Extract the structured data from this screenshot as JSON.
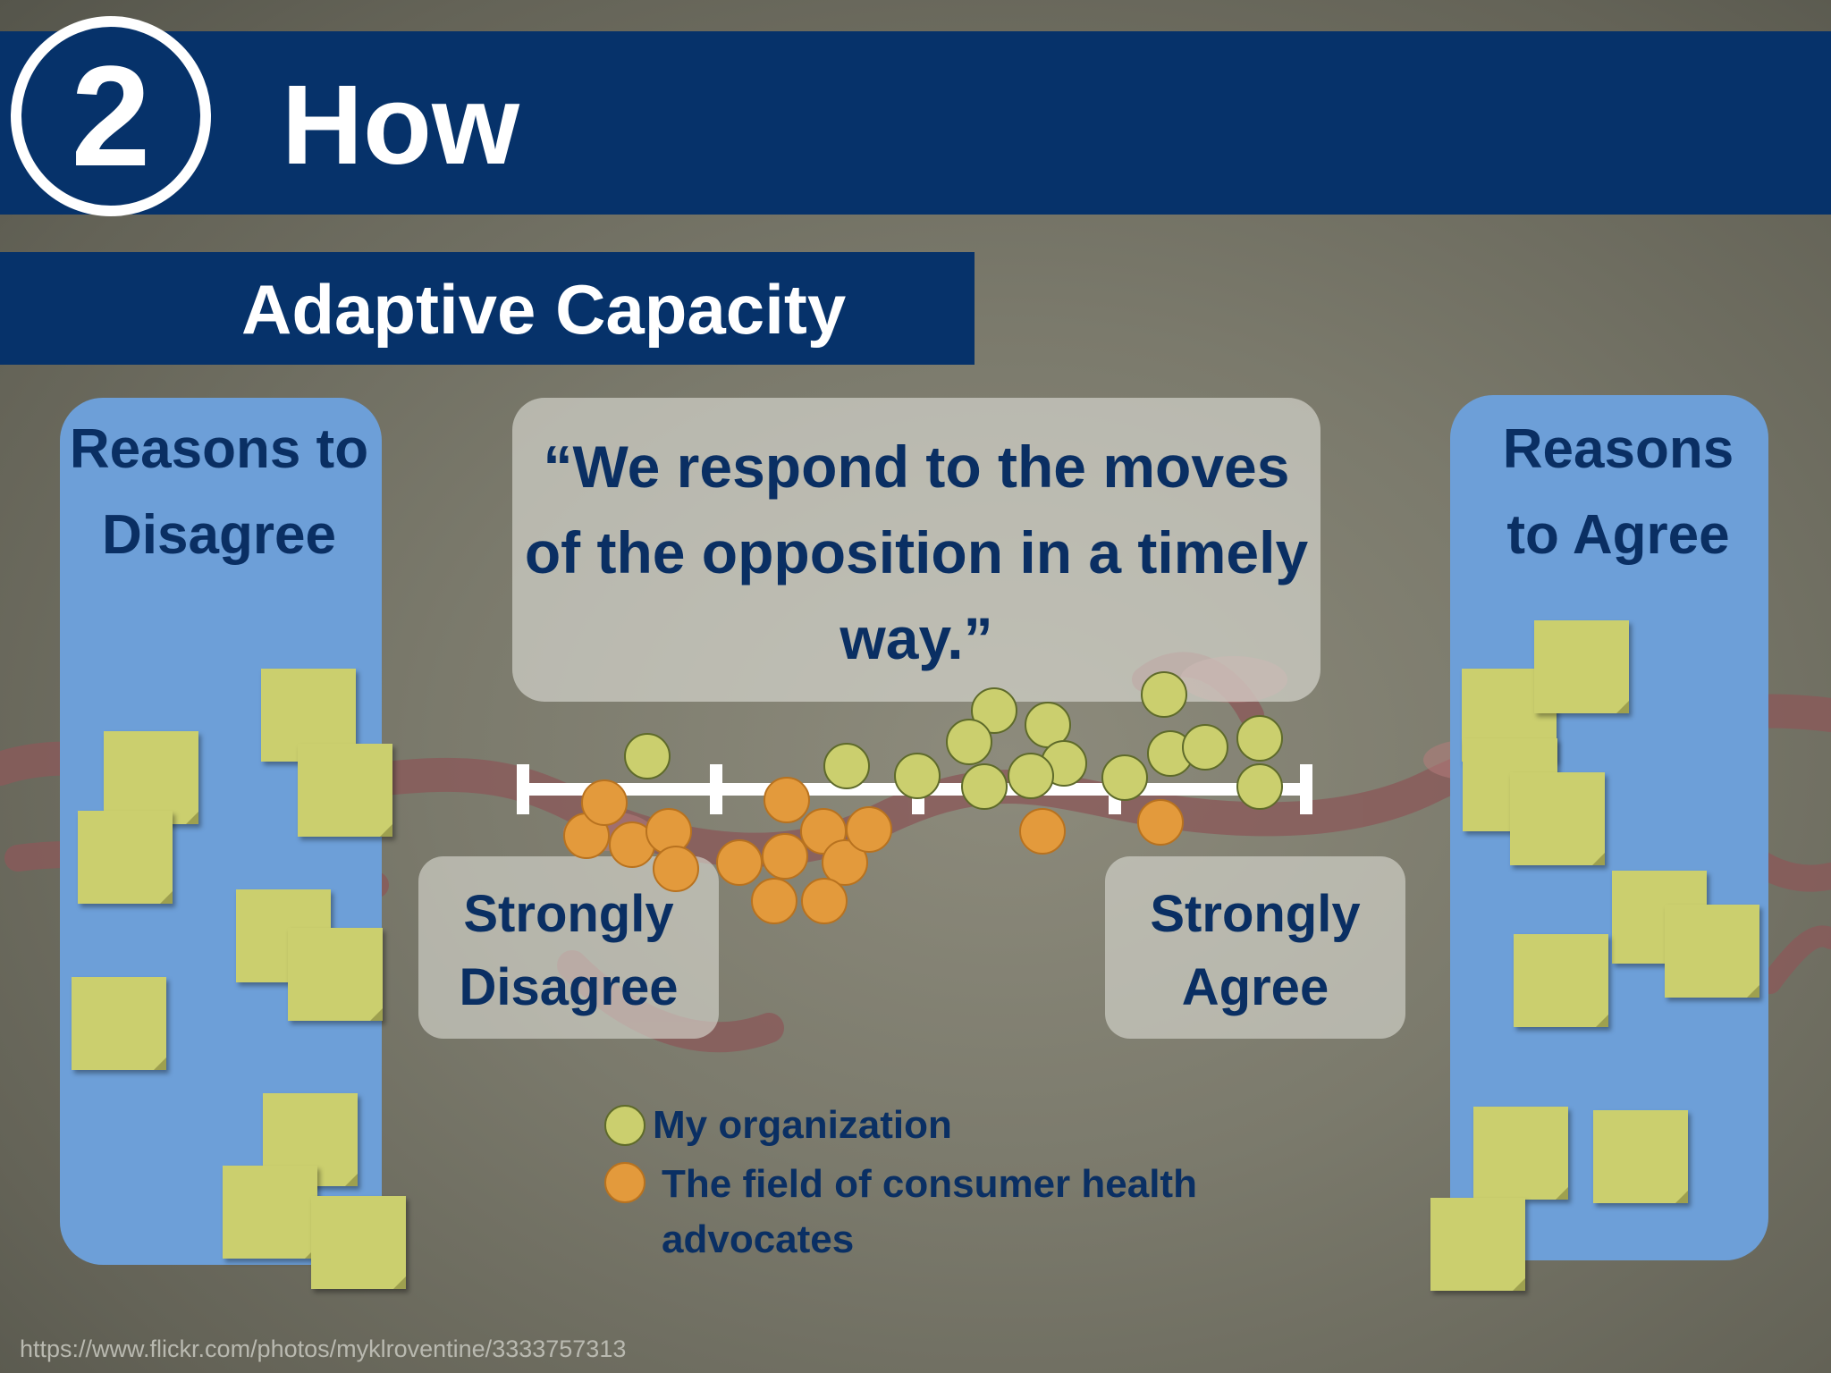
{
  "slide": {
    "number": "2",
    "title": "How",
    "subtitle": "Adaptive Capacity",
    "credit": "https://www.flickr.com/photos/myklroventine/3333757313"
  },
  "panels": {
    "left_title": "Reasons to Disagree",
    "right_title_line1": "Reasons",
    "right_title_line2": "to Agree"
  },
  "statement": "“We respond to the moves of the opposition in a timely way.”",
  "scale": {
    "left_label": "Strongly Disagree",
    "right_label": "Strongly Agree"
  },
  "legend": {
    "items": [
      {
        "label": "My organization",
        "color": "#cbcf6e"
      },
      {
        "label": "The field of consumer health advocates",
        "color": "#e39a3c"
      }
    ]
  },
  "colors": {
    "navy": "#06326a",
    "panel_blue": "#6d9fd8",
    "sticky_note": "#cbcf6e",
    "org_dot": "#cbcf6e",
    "field_dot": "#e39a3c"
  }
}
